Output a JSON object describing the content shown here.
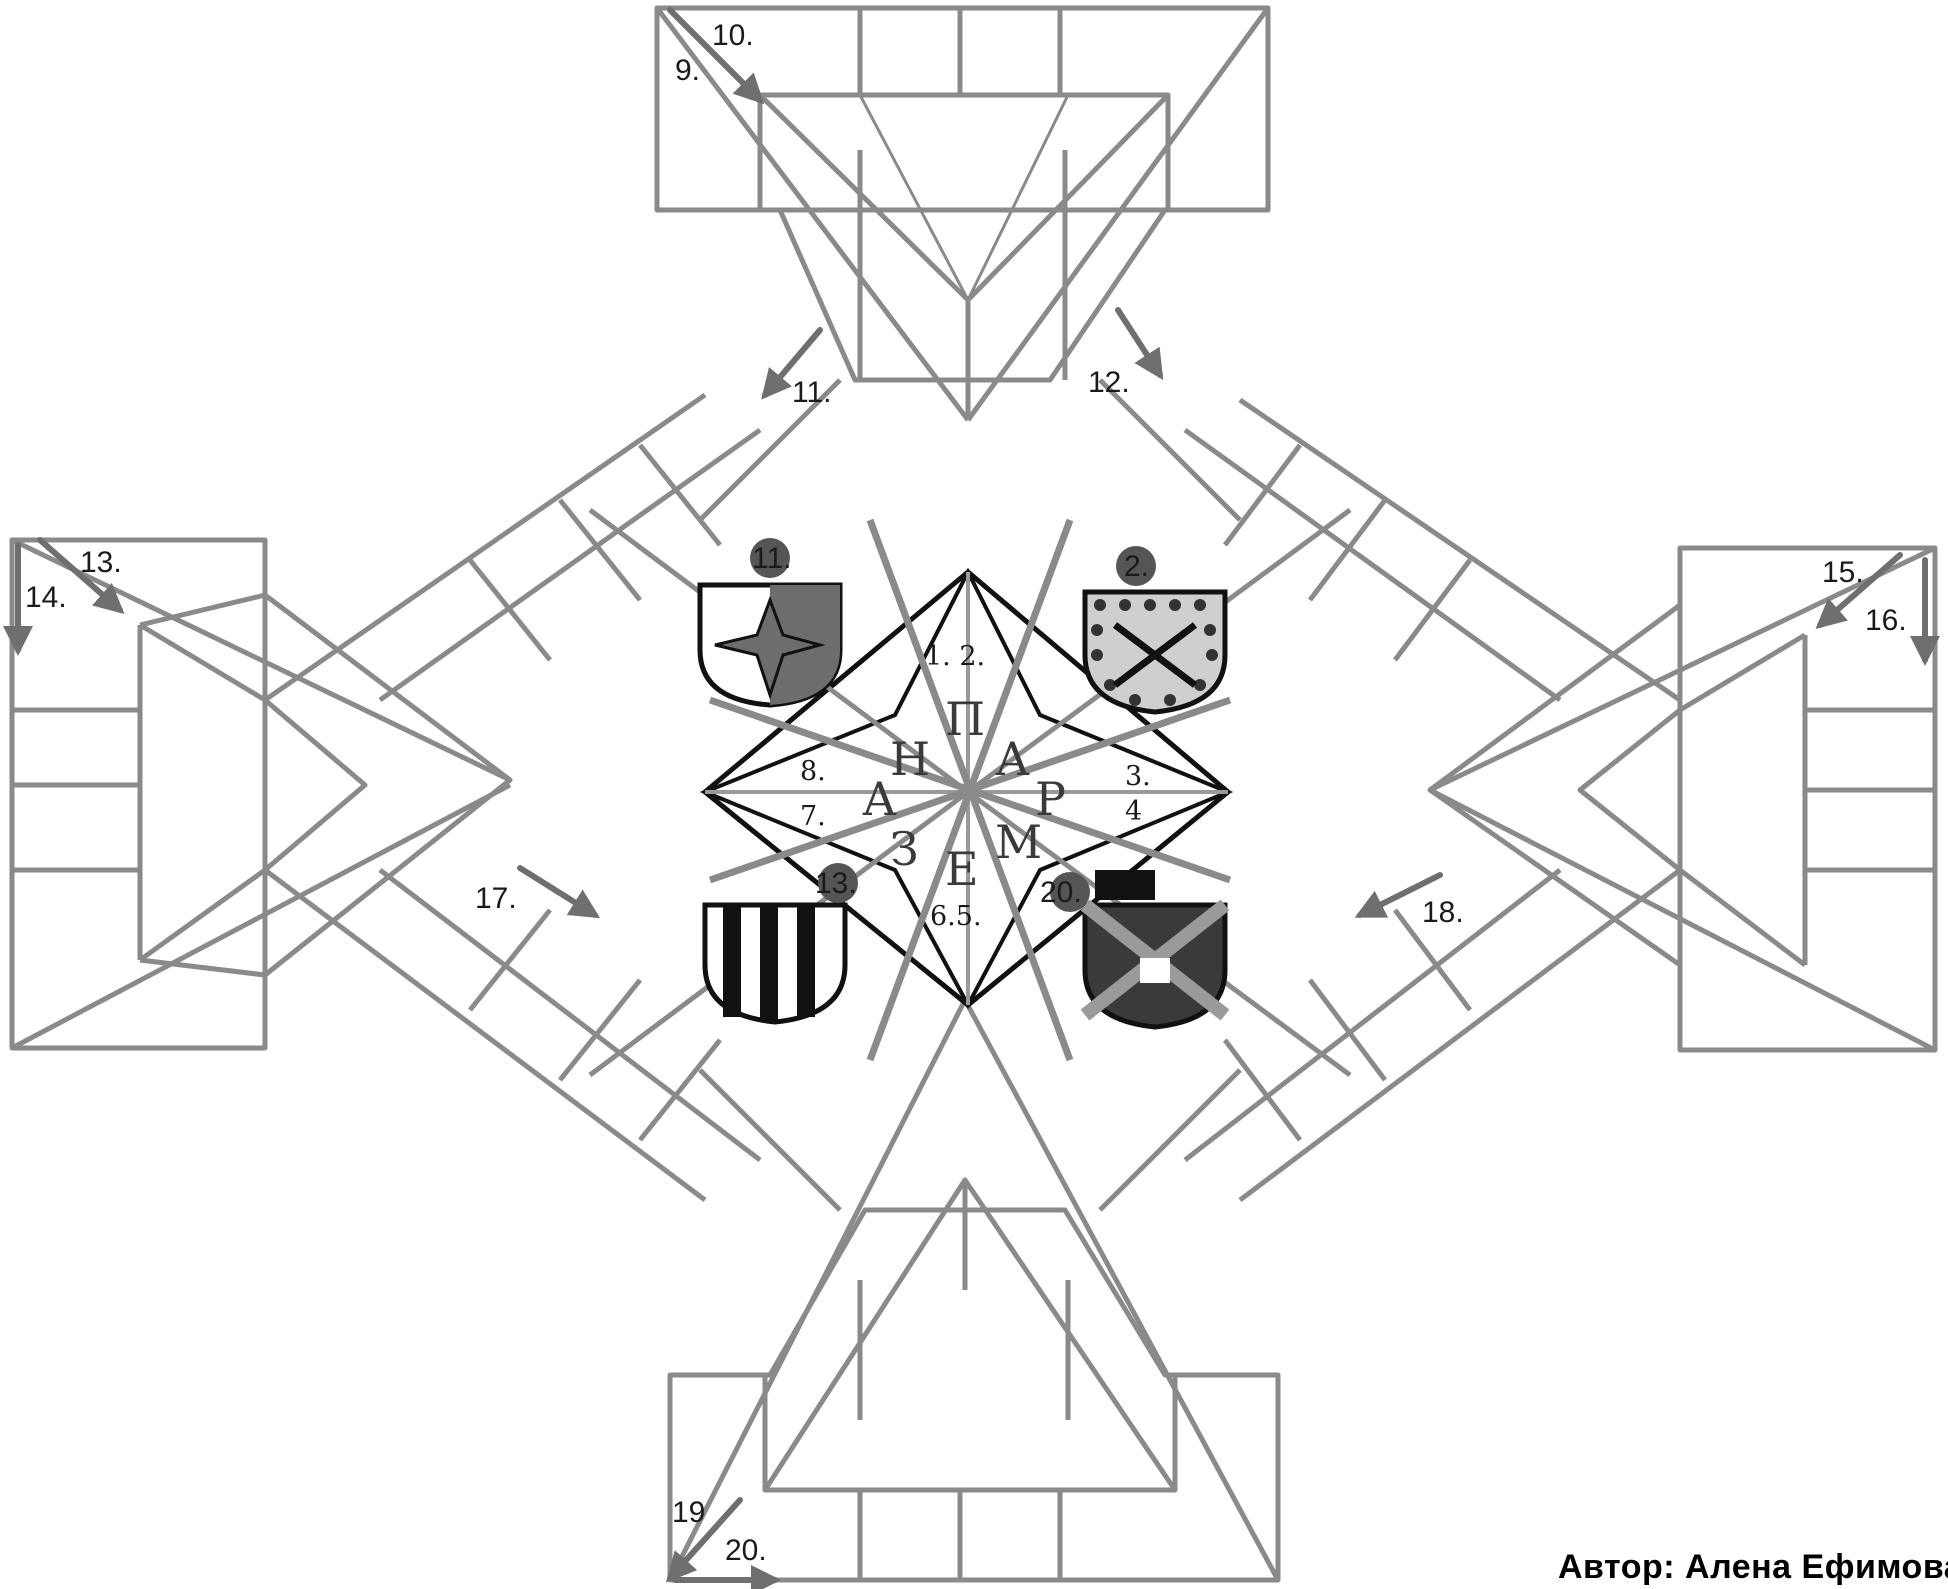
{
  "board": {
    "corner_labels": {
      "top_outer": "10.",
      "top_inner": "9.",
      "upper_left": "11.",
      "upper_right": "12.",
      "left_outer": "13.",
      "left_inner": "14.",
      "right_outer": "15.",
      "right_inner": "16.",
      "lower_left": "17.",
      "lower_right": "18.",
      "bottom_inner": "19",
      "bottom_outer": "20."
    },
    "center_labels": {
      "top": "1. 2.",
      "right_upper": "3.",
      "right_lower": "4",
      "bottom": "6.5.",
      "left_lower": "7.",
      "left_upper": "8."
    },
    "center_letters": [
      "П",
      "А",
      "Р",
      "М",
      "Е",
      "З",
      "А",
      "Н"
    ],
    "shield_badges": {
      "upper_left": "11.",
      "upper_right": "2.",
      "lower_left": "13.",
      "lower_right": "20."
    }
  },
  "credit": "Автор: Алена Ефимова",
  "colors": {
    "line": "#8a8a8a",
    "arrow": "#6f6f6f",
    "ink": "#111111",
    "shield_fill": "#6d6d6d",
    "badge": "#555555"
  }
}
